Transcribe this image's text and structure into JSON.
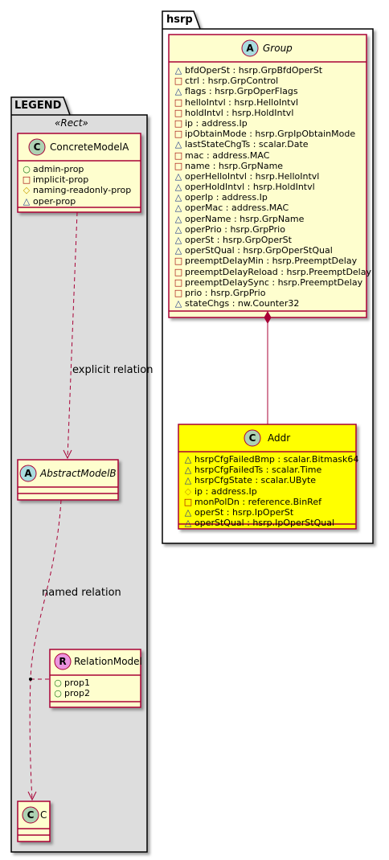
{
  "packages": {
    "hsrp": "hsrp",
    "legend": "LEGEND"
  },
  "legend": {
    "stereotype": "«Rect»",
    "concrete": {
      "badge": "C",
      "name": "ConcreteModelA",
      "attrs": [
        {
          "vis": "public",
          "text": "admin-prop"
        },
        {
          "vis": "private",
          "text": "implicit-prop"
        },
        {
          "vis": "protected",
          "text": "naming-readonly-prop"
        },
        {
          "vis": "package",
          "text": "oper-prop"
        }
      ]
    },
    "abstract": {
      "badge": "A",
      "name": "AbstractModelB"
    },
    "relation": {
      "badge": "R",
      "name": "RelationModel",
      "attrs": [
        {
          "vis": "public",
          "text": "prop1"
        },
        {
          "vis": "public",
          "text": "prop2"
        }
      ]
    },
    "c": {
      "badge": "C",
      "name": "C"
    },
    "edge_explicit": "explicit relation",
    "edge_named": "named relation"
  },
  "group": {
    "badge": "A",
    "name": "Group",
    "attrs": [
      {
        "vis": "package",
        "text": "bfdOperSt : hsrp.GrpBfdOperSt"
      },
      {
        "vis": "private",
        "text": "ctrl : hsrp.GrpControl"
      },
      {
        "vis": "package",
        "text": "flags : hsrp.GrpOperFlags"
      },
      {
        "vis": "private",
        "text": "helloIntvl : hsrp.HelloIntvl"
      },
      {
        "vis": "private",
        "text": "holdIntvl : hsrp.HoldIntvl"
      },
      {
        "vis": "private",
        "text": "ip : address.Ip"
      },
      {
        "vis": "private",
        "text": "ipObtainMode : hsrp.GrpIpObtainMode"
      },
      {
        "vis": "package",
        "text": "lastStateChgTs : scalar.Date"
      },
      {
        "vis": "private",
        "text": "mac : address.MAC"
      },
      {
        "vis": "private",
        "text": "name : hsrp.GrpName"
      },
      {
        "vis": "package",
        "text": "operHelloIntvl : hsrp.HelloIntvl"
      },
      {
        "vis": "package",
        "text": "operHoldIntvl : hsrp.HoldIntvl"
      },
      {
        "vis": "package",
        "text": "operIp : address.Ip"
      },
      {
        "vis": "package",
        "text": "operMac : address.MAC"
      },
      {
        "vis": "package",
        "text": "operName : hsrp.GrpName"
      },
      {
        "vis": "package",
        "text": "operPrio : hsrp.GrpPrio"
      },
      {
        "vis": "package",
        "text": "operSt : hsrp.GrpOperSt"
      },
      {
        "vis": "package",
        "text": "operStQual : hsrp.GrpOperStQual"
      },
      {
        "vis": "private",
        "text": "preemptDelayMin : hsrp.PreemptDelay"
      },
      {
        "vis": "private",
        "text": "preemptDelayReload : hsrp.PreemptDelay"
      },
      {
        "vis": "private",
        "text": "preemptDelaySync : hsrp.PreemptDelay"
      },
      {
        "vis": "private",
        "text": "prio : hsrp.GrpPrio"
      },
      {
        "vis": "package",
        "text": "stateChgs : nw.Counter32"
      }
    ]
  },
  "addr": {
    "badge": "C",
    "name": "Addr",
    "attrs": [
      {
        "vis": "package",
        "text": "hsrpCfgFailedBmp : scalar.Bitmask64"
      },
      {
        "vis": "package",
        "text": "hsrpCfgFailedTs : scalar.Time"
      },
      {
        "vis": "package",
        "text": "hsrpCfgState : scalar.UByte"
      },
      {
        "vis": "protected",
        "text": "ip : address.Ip"
      },
      {
        "vis": "private",
        "text": "monPolDn : reference.BinRef"
      },
      {
        "vis": "package",
        "text": "operSt : hsrp.IpOperSt"
      },
      {
        "vis": "package",
        "text": "operStQual : hsrp.IpOperStQual"
      }
    ]
  },
  "colors": {
    "border": "#a80036",
    "class_fill": "#fefece",
    "addr_fill": "#ffff00",
    "legend_fill": "#dddddd",
    "badge_class": "#add1b2",
    "badge_abstract": "#a9dcdf",
    "badge_relation": "#eb93df"
  }
}
